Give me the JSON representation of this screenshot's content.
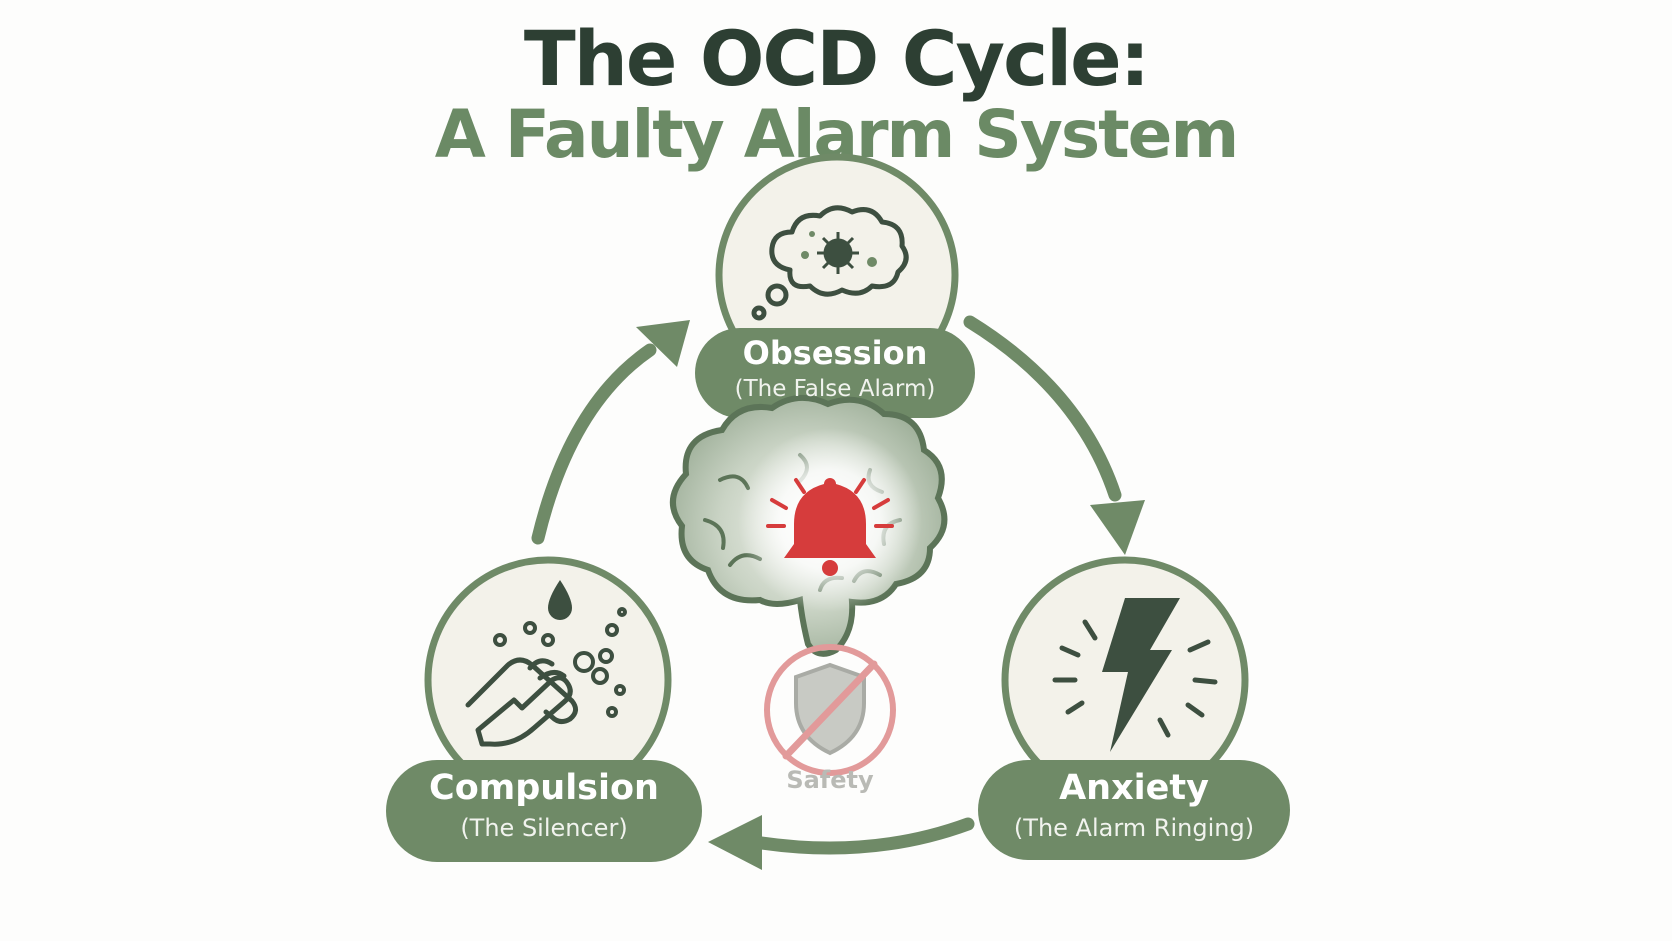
{
  "title": {
    "line1": "The OCD Cycle:",
    "line2": "A Faulty Alarm System"
  },
  "nodes": {
    "obsession": {
      "label": "Obsession",
      "sublabel": "(The False Alarm)",
      "icon": "thought-cloud-germ-icon"
    },
    "anxiety": {
      "label": "Anxiety",
      "sublabel": "(The Alarm Ringing)",
      "icon": "lightning-bolt-icon"
    },
    "compulsion": {
      "label": "Compulsion",
      "sublabel": "(The Silencer)",
      "icon": "hand-washing-icon"
    }
  },
  "center": {
    "icon": "brain-alarm-bell-icon",
    "safety_icon": "crossed-out-shield-icon",
    "safety_label": "Safety"
  },
  "colors": {
    "primary_green": "#6f8a67",
    "dark_green": "#2d3f33",
    "circle_fill": "#f3f2ea",
    "alarm_red": "#d63c3c",
    "safety_grey": "#b9bab5",
    "safety_red": "#e29a9a"
  }
}
